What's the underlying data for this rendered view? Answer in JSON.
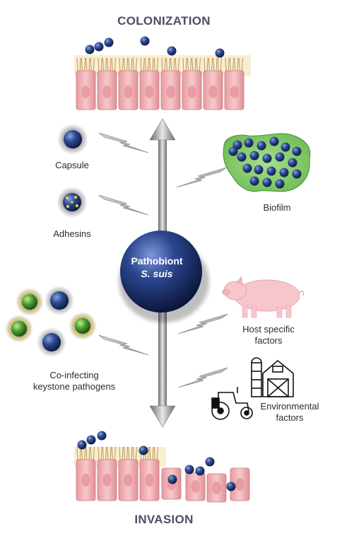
{
  "titles": {
    "top": "COLONIZATION",
    "bottom": "INVASION"
  },
  "center": {
    "line1": "Pathobiont",
    "line2": "S. suis"
  },
  "labels": {
    "capsule": "Capsule",
    "adhesins": "Adhesins",
    "coinfect_line1": "Co-infecting",
    "coinfect_line2": "keystone pathogens",
    "biofilm": "Biofilm",
    "host_line1": "Host specific",
    "host_line2": "factors",
    "env_line1": "Environmental",
    "env_line2": "factors"
  },
  "colors": {
    "bacterium": "#223a78",
    "green_pathogen": "#3f8f2a",
    "adhesin_dots": "#e8d24a",
    "epithelium": "#f2b5b8",
    "cilia": "#c8a15a",
    "biofilm": "#8fd17a",
    "pig": "#f7c6cc",
    "arrow": "#9a9a9a"
  }
}
